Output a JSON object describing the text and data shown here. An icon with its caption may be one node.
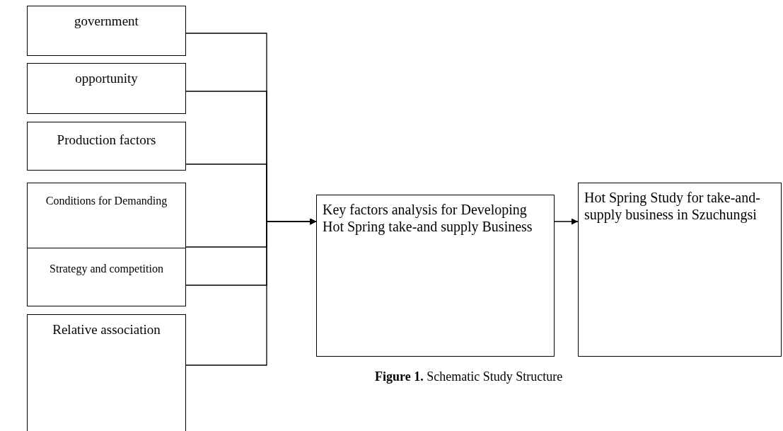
{
  "diagram": {
    "caption": "**Figure 1.** Schematic Study Structure",
    "nodes": [
      {
        "text": [
          "government"
        ]
      },
      {
        "text": [
          "opportunity"
        ]
      },
      {
        "text": [
          "Production factors"
        ]
      },
      {
        "text": [
          "Conditions for Demanding"
        ]
      },
      {
        "text": [
          "Strategy and competition"
        ]
      },
      {
        "text": [
          "Relative association"
        ]
      },
      {
        "text": [
          "Key factors analysis for Developing Hot Spring take-and supply Business"
        ]
      },
      {
        "text": [
          "Hot Spring Study for take-and-supply business in Szuchungsi"
        ]
      }
    ],
    "edges": [
      {
        "from": 0,
        "to": 6,
        "arrow": "to"
      },
      {
        "from": 1,
        "to": 6,
        "arrow": "to"
      },
      {
        "from": 2,
        "to": 6,
        "arrow": "to"
      },
      {
        "from": 3,
        "to": 6,
        "arrow": "to"
      },
      {
        "from": 4,
        "to": 6,
        "arrow": "to"
      },
      {
        "from": 5,
        "to": 6,
        "arrow": "to"
      },
      {
        "from": 6,
        "to": 7,
        "arrow": "to"
      }
    ]
  }
}
